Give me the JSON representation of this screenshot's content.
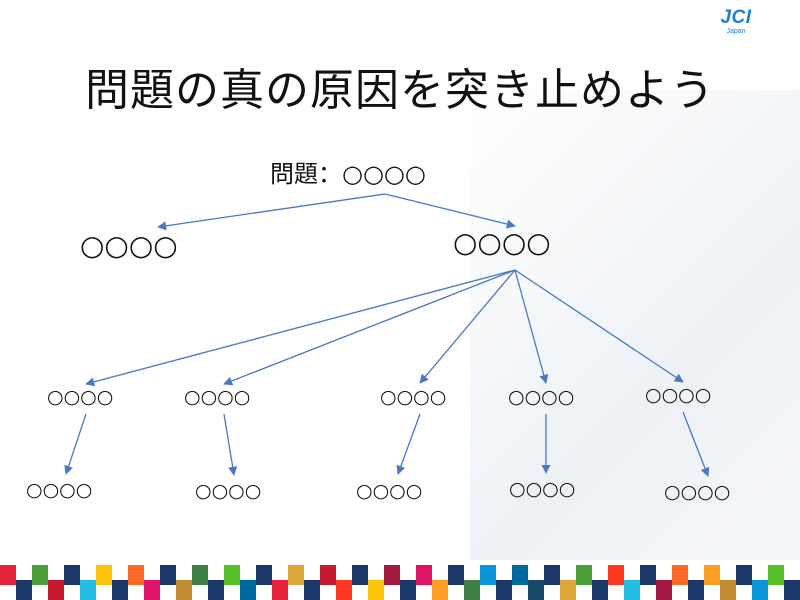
{
  "slide": {
    "title": "問題の真の原因を突き止めよう",
    "logo": {
      "text": "JCI",
      "sub": "Japan"
    }
  },
  "tree": {
    "root": "問題：○○○○",
    "level1": [
      "○○○○",
      "○○○○"
    ],
    "level2": [
      "○○○○",
      "○○○○",
      "○○○○",
      "○○○○",
      "○○○○"
    ],
    "level3": [
      "○○○○",
      "○○○○",
      "○○○○",
      "○○○○",
      "○○○○"
    ]
  },
  "colors": {
    "arrow": "#4a78c4",
    "stripe": [
      "#e5243b",
      "#dda63a",
      "#4c9f38",
      "#c5192d",
      "#ff3a21",
      "#26bde2",
      "#fcc30b",
      "#a21942",
      "#fd6925",
      "#dd1367",
      "#fd9d24",
      "#bf8b2e",
      "#3f7e44",
      "#0a97d9",
      "#56c02b",
      "#00689d",
      "#19486a"
    ]
  }
}
